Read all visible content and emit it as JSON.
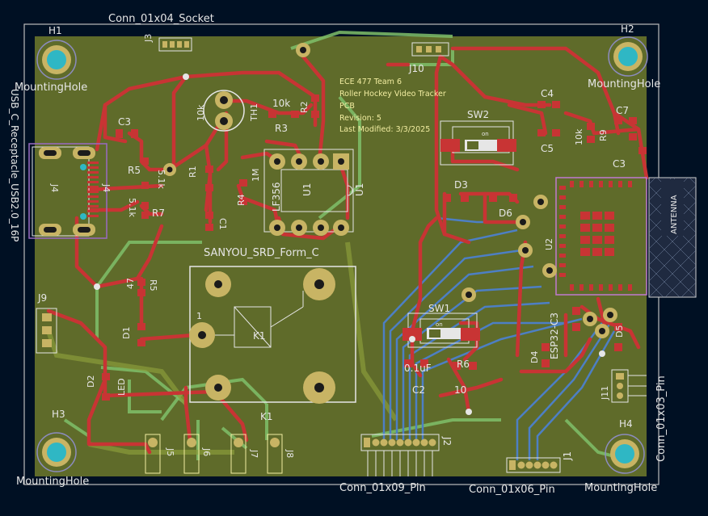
{
  "board": {
    "board_color": "#5f6b2a",
    "front_copper_color": "#c83434",
    "back_copper_color": "#4d7fc4",
    "zone_color": "#6f9b43",
    "fab_note": [
      "ECE 477 Team 6",
      "Roller Hockey Video Tracker",
      "PCB",
      "Revision: 5",
      "Last Modified: 3/3/2025"
    ]
  },
  "labels": {
    "conn_socket": "Conn_01x04_Socket",
    "h1": "H1",
    "h2": "H2",
    "h3": "H3",
    "h4": "H4",
    "mh_tl": "MountingHole",
    "mh_tr": "MountingHole",
    "mh_bl": "MountingHole",
    "mh_br": "MountingHole",
    "usb_label": "USB_C_Receptacle_USB2.0_16P",
    "j3": "J3",
    "j10": "J10",
    "j4": "J4",
    "j9": "J9",
    "j2": "J2",
    "j1": "J1",
    "j5": "J5",
    "j6": "J6",
    "j7": "J7",
    "j8": "J8",
    "j11": "J11",
    "c1": "C1",
    "c2": "C2",
    "c3": "C3",
    "c4": "C4",
    "c5": "C5",
    "c7": "C7",
    "r1": "R1",
    "r2": "R2",
    "r3": "R3",
    "r4": "R4",
    "r5": "R5",
    "r6": "R6",
    "r7": "R7",
    "r9": "R9",
    "u1": "U1",
    "u1_value": "LF356",
    "u1_pin": "1",
    "th1": "TH1",
    "val_10k_a": "10k",
    "val_10k_b": "10k",
    "val_10k_c": "10k",
    "val_1m": "1M",
    "val_51k": "5.1k",
    "val_51k_b": "5.1k",
    "val_47": "47",
    "val_10": "10",
    "val_01uf": "0.1uF",
    "sw1": "SW1",
    "sw2": "SW2",
    "k1": "K1",
    "k1_silk": "K1",
    "k1_pin1": "1",
    "relay_footprint": "SANYOU_SRD_Form_C",
    "d1": "D1",
    "d2": "D2",
    "d3": "D3",
    "d4": "D4",
    "d5": "D5",
    "d6": "D6",
    "led": "LED",
    "u2": "U2",
    "u2_value": "ESP32-C3",
    "antenna": "ANTENNA",
    "conn_0109": "Conn_01x09_Pin",
    "conn_0106": "Conn_01x06_Pin",
    "conn_0103": "Conn_01x03_Pin",
    "sw_on": "on"
  }
}
